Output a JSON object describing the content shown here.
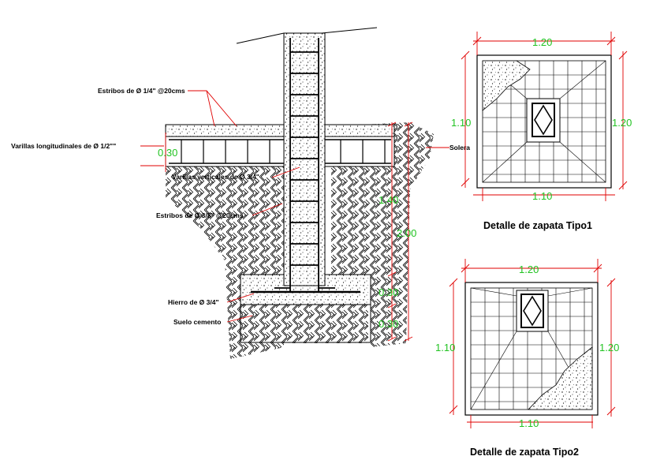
{
  "section": {
    "labels": {
      "estribos_top": "Estribos de Ø 1/4\" @20cms",
      "varillas": "Varillas longitudinales de Ø 1/2\"\"",
      "varillas_verticales": "Varillas verticales de Ø 3/4\"",
      "estribos_mid": "Estribos de Ø 3/8\" @20cms",
      "hierro": "Hierro de Ø 3/4\"",
      "suelo": "Suelo cemento",
      "solera": "Solera"
    },
    "dims": {
      "d030_left": "0.30",
      "d140": "1.40",
      "d200": "2.00",
      "d030_a": "0.30",
      "d030_b": "0.30"
    }
  },
  "tipo1": {
    "title": "Detalle de zapata Tipo1",
    "top_dim": "1.20",
    "bottom_dim": "1.10",
    "left_dim": "1.10",
    "right_dim": "1.20"
  },
  "tipo2": {
    "title": "Detalle de zapata Tipo2",
    "top_dim": "1.20",
    "bottom_dim": "1.10",
    "left_dim": "1.10",
    "right_dim": "1.20"
  },
  "colors": {
    "dimension": "#22c322",
    "leader": "#e00000",
    "line": "#000000"
  }
}
